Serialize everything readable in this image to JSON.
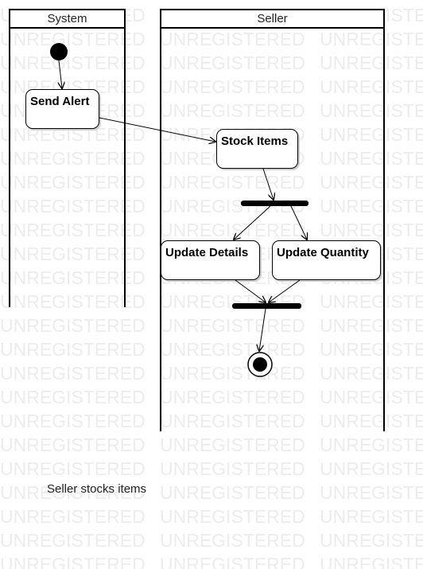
{
  "diagram": {
    "lanes": [
      {
        "name": "System"
      },
      {
        "name": "Seller"
      }
    ],
    "actions": {
      "send_alert": "Send Alert",
      "stock_items": "Stock Items",
      "update_details": "Update Details",
      "update_quantity": "Update Quantity"
    },
    "caption": "Seller stocks items"
  },
  "watermark": {
    "text": "UNREGISTERED"
  }
}
